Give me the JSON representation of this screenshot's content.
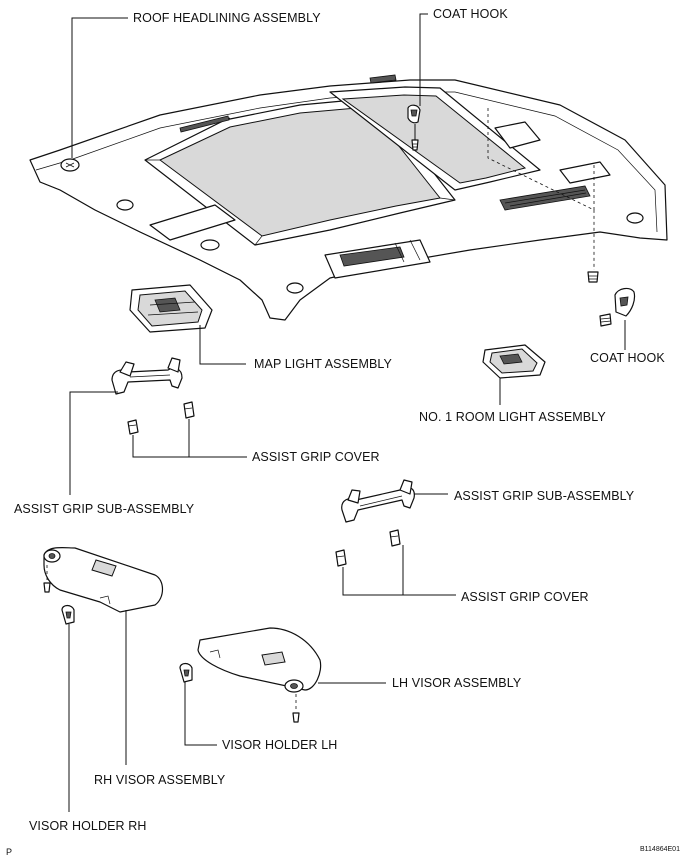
{
  "labels": {
    "roof_headlining_assembly": "ROOF HEADLINING ASSEMBLY",
    "coat_hook_top": "COAT HOOK",
    "coat_hook_right": "COAT HOOK",
    "map_light_assembly": "MAP LIGHT ASSEMBLY",
    "no1_room_light_assembly": "NO. 1 ROOM LIGHT ASSEMBLY",
    "assist_grip_cover_left": "ASSIST GRIP COVER",
    "assist_grip_sub_assembly_left": "ASSIST GRIP SUB-ASSEMBLY",
    "assist_grip_sub_assembly_right": "ASSIST GRIP SUB-ASSEMBLY",
    "assist_grip_cover_right": "ASSIST GRIP COVER",
    "lh_visor_assembly": "LH VISOR ASSEMBLY",
    "visor_holder_lh": "VISOR HOLDER LH",
    "rh_visor_assembly": "RH VISOR ASSEMBLY",
    "visor_holder_rh": "VISOR HOLDER RH"
  },
  "footer": {
    "page_marker": "P",
    "figure_code": "B114864E01"
  }
}
